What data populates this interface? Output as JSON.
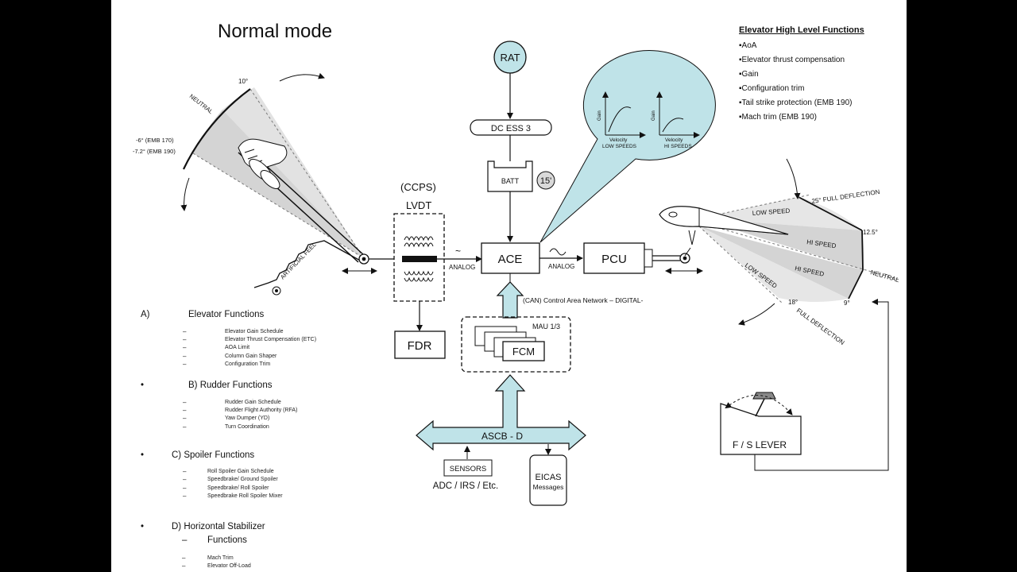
{
  "title": "Normal mode",
  "high_level": {
    "heading": "Elevator High Level Functions",
    "items": [
      "▪AoA",
      "▪Elevator thrust compensation",
      "▪Gain",
      "▪Configuration trim",
      "▪Tail strike protection (EMB 190)",
      "▪Mach trim (EMB 190)"
    ]
  },
  "sections": [
    {
      "bullet": "A)",
      "heading": "Elevator Functions",
      "items": [
        "Elevator Gain Schedule",
        "Elevator Thrust Compensation (ETC)",
        "AOA Limit",
        "Column Gain Shaper",
        "Configuration Trim"
      ]
    },
    {
      "bullet": "•",
      "heading": "B) Rudder Functions",
      "items": [
        "Rudder Gain Schedule",
        "Rudder Flight Authority (RFA)",
        "Yaw Dumper (YD)",
        "Turn Coordination"
      ]
    },
    {
      "bullet": "•",
      "heading": "C) Spoiler Functions",
      "items": [
        "Roll Spoiler Gain Schedule",
        "Speedbrake/ Ground Spoiler",
        "Speedbrake/ Roll Spoiler",
        "Speedbrake Roll Spoiler Mixer"
      ]
    },
    {
      "bullet": "•",
      "heading": "D) Horizontal  Stabilizer",
      "subheading": "Functions",
      "items": [
        "Mach Trim",
        "Elevator Off-Load"
      ]
    }
  ],
  "dash": "–",
  "blocks": {
    "rat": "RAT",
    "dc_ess": "DC ESS 3",
    "batt": "BATT",
    "batt_time": "15'",
    "ace": "ACE",
    "pcu": "PCU",
    "fdr": "FDR",
    "ccps": "(CCPS)",
    "lvdt": "LVDT",
    "mau": "MAU  1/3",
    "fcm": "FCM",
    "can": "(CAN) Control Area Network – DIGITAL-",
    "ascb": "ASCB - D",
    "sensors": "SENSORS",
    "sensors_sub": "ADC / IRS  / Etc.",
    "eicas": "EICAS",
    "eicas_sub": "Messages",
    "analog_in": "ANALOG",
    "analog_out": "ANALOG",
    "tilde": "~",
    "fs_lever": "F / S LEVER"
  },
  "column": {
    "angle_up": "10°",
    "neutral": "NEUTRAL",
    "down_170": "-6° (EMB 170)",
    "down_190": "-7.2° (EMB 190)",
    "artificial_feel": "ARTIFICIAL FEEL"
  },
  "bubble": {
    "gain": "Gain",
    "velocity_low": "Velocity",
    "low_speeds": "LOW SPEEDS",
    "velocity_hi": "Velocity",
    "hi_speeds": "HI SPEEDS"
  },
  "elevator": {
    "up_full": "25° FULL DEFLECTION",
    "low_speed_up": "LOW SPEED",
    "hi_speed_up": "HI SPEED",
    "mid_up": "12.5°",
    "neutral": "NEUTRAL",
    "hi_speed_down": "HI SPEED",
    "low_speed_down": "LOW SPEED",
    "down_small": "9°",
    "down_18": "18°",
    "full_deflection_down": "FULL DEFLECTION"
  }
}
